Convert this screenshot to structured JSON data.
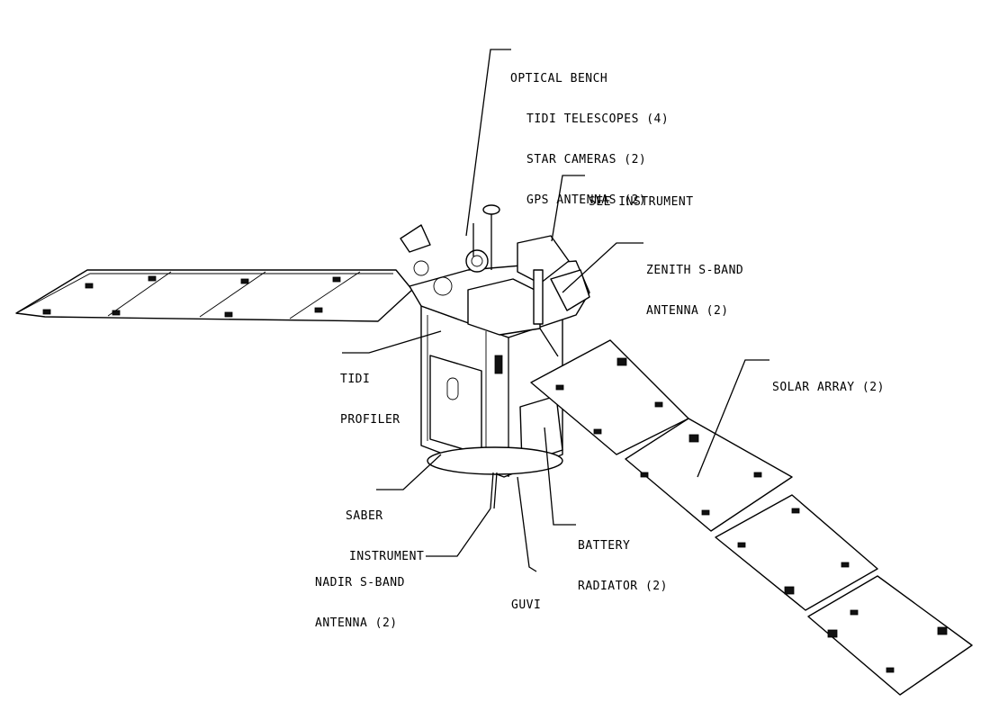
{
  "callouts": {
    "optical_bench": {
      "title": "OPTICAL BENCH",
      "items": [
        "TIDI TELESCOPES (4)",
        "STAR CAMERAS (2)",
        "GPS ANTENNAS (2)"
      ]
    },
    "see_instrument": "SEE INSTRUMENT",
    "zenith_antenna": [
      "ZENITH S-BAND",
      "ANTENNA (2)"
    ],
    "tidi_profiler": [
      "TIDI",
      "PROFILER"
    ],
    "solar_array": "SOLAR ARRAY (2)",
    "saber_instrument": [
      "SABER",
      "INSTRUMENT"
    ],
    "battery_radiator": [
      "BATTERY",
      "RADIATOR (2)"
    ],
    "nadir_antenna": [
      "NADIR S-BAND",
      "ANTENNA (2)"
    ],
    "guvi": "GUVI"
  }
}
